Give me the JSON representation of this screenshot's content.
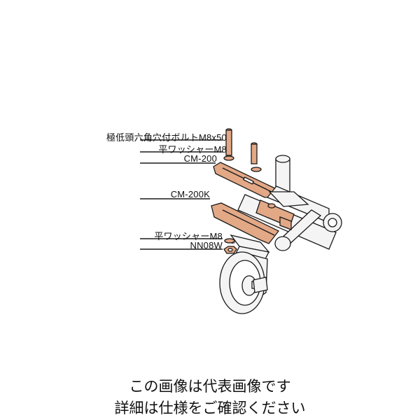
{
  "diagram": {
    "labels": {
      "bolt": "極低頭六角穴付ボルトM8x50",
      "washer_top": "平ワッシャーM8",
      "cm200": "CM-200",
      "cm200k": "CM-200K",
      "washer_bottom": "平ワッシャーM8",
      "nut": "NN08W"
    },
    "colors": {
      "copper": "#e3a886",
      "copper_dark": "#a8664a",
      "line": "#1a1a1a",
      "metal": "#f4f4f4"
    }
  },
  "caption": {
    "line1": "この画像は代表画像です",
    "line2": "詳細は仕様をご確認ください"
  }
}
